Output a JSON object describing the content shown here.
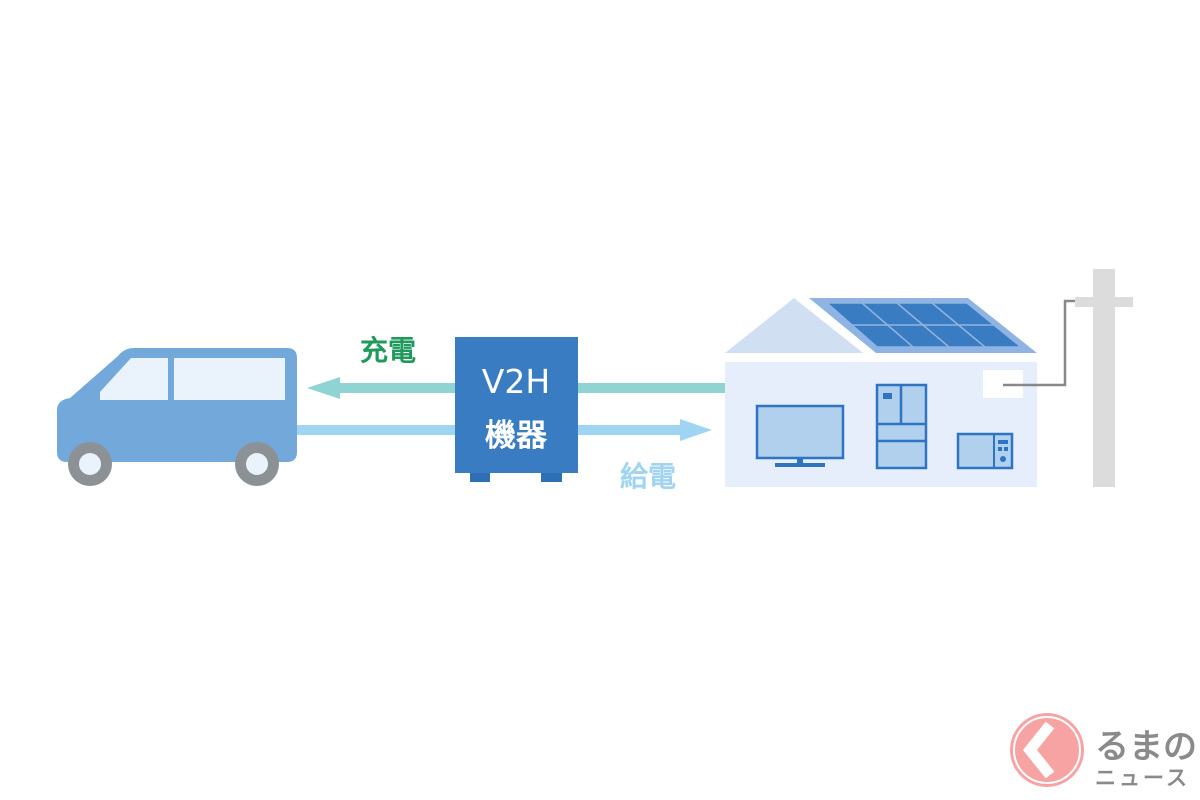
{
  "labels": {
    "charge": "充電",
    "supply": "給電",
    "device_line1": "V2H",
    "device_line2": "機器"
  },
  "logo": {
    "line1": "るまの",
    "line2": "ニュース"
  },
  "colors": {
    "car": "#72a9da",
    "device": "#3a7cc2",
    "charge_arrow": "#8fd3d3",
    "supply_arrow": "#9fd4f2",
    "charge_text": "#1f9a5c",
    "supply_text": "#a0d4f0",
    "house_wall": "#e6eefb",
    "solar": "#3a7cc2",
    "pole": "#dcdcdc",
    "logo_circle": "#f7a3a3",
    "logo_text": "#8a8a8a"
  }
}
